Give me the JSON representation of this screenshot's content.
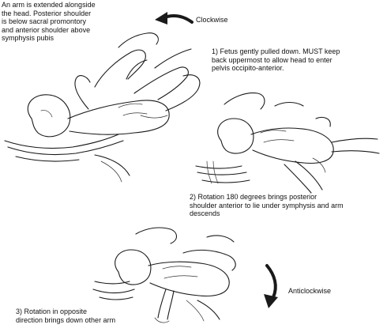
{
  "annotations": {
    "arm_note": [
      "An arm is extended alongside",
      "the head. Posterior shoulder",
      "is below sacral promontory",
      "and anterior shoulder above",
      "symphysis pubis"
    ],
    "clockwise_label": "Clockwise",
    "step1": [
      "1) Fetus gently pulled down. MUST keep",
      "back uppermost to allow head to enter",
      "pelvis occipito-anterior."
    ],
    "step2": [
      "2) Rotation 180 degrees brings posterior",
      "shoulder anterior to lie under symphysis and arm",
      "descends"
    ],
    "anticlockwise_label": "Anticlockwise",
    "step3": [
      "3) Rotation in opposite",
      "direction brings down other arm"
    ]
  },
  "icons": {
    "clockwise_arrow": "curved-arrow-left-icon",
    "anticlockwise_arrow": "curved-arrow-down-icon"
  }
}
